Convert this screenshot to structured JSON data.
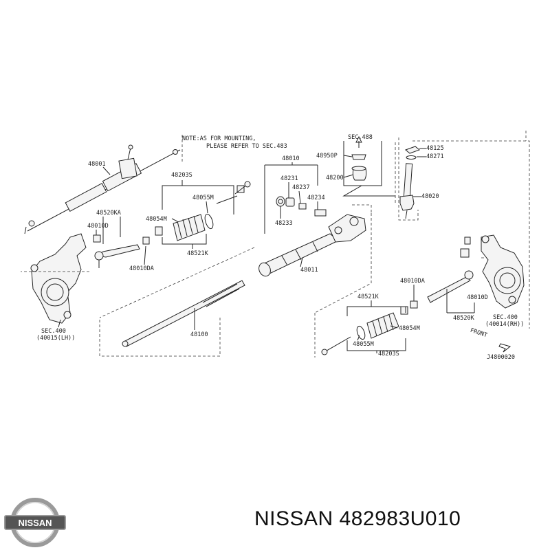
{
  "note": {
    "line1": "NOTE:AS FOR MOUNTING,",
    "line2": "PLEASE REFER TO SEC.483"
  },
  "labels": {
    "sec488": "SEC.488",
    "p48950P": "48950P",
    "p48200": "48200",
    "p48125": "48125",
    "p48271": "48271",
    "p48020": "48020",
    "p48001": "48001",
    "p48010": "48010",
    "p48231": "48231",
    "p48237": "48237",
    "p48234": "48234",
    "p48233": "48233",
    "p48203S_top": "48203S",
    "p48055M_top": "48055M",
    "p48054M_top": "48054M",
    "p48521K_top": "48521K",
    "p48520KA": "48520KA",
    "p48010D_left": "48010D",
    "p48010DA_left": "48010DA",
    "p48011": "48011",
    "p48100": "48100",
    "sec400_lh_1": "SEC.400",
    "sec400_lh_2": "(40015(LH))",
    "p48010DA_right": "48010DA",
    "p48521K_bottom": "48521K",
    "p48010D_right": "48010D",
    "p48520K": "48520K",
    "sec400_rh_1": "SEC.400",
    "sec400_rh_2": "(40014(RH))",
    "p48054M_bottom": "48054M",
    "p48055M_bottom": "48055M",
    "p48203S_bottom": "48203S",
    "front": "FRONT",
    "diagram_id": "J4800020"
  },
  "brand": {
    "logo_text": "NISSAN",
    "caption": "NISSAN 482983U010"
  },
  "colors": {
    "line": "#222222",
    "background": "#ffffff",
    "logo_silver": "#9a9a9a",
    "logo_band": "#555555"
  }
}
